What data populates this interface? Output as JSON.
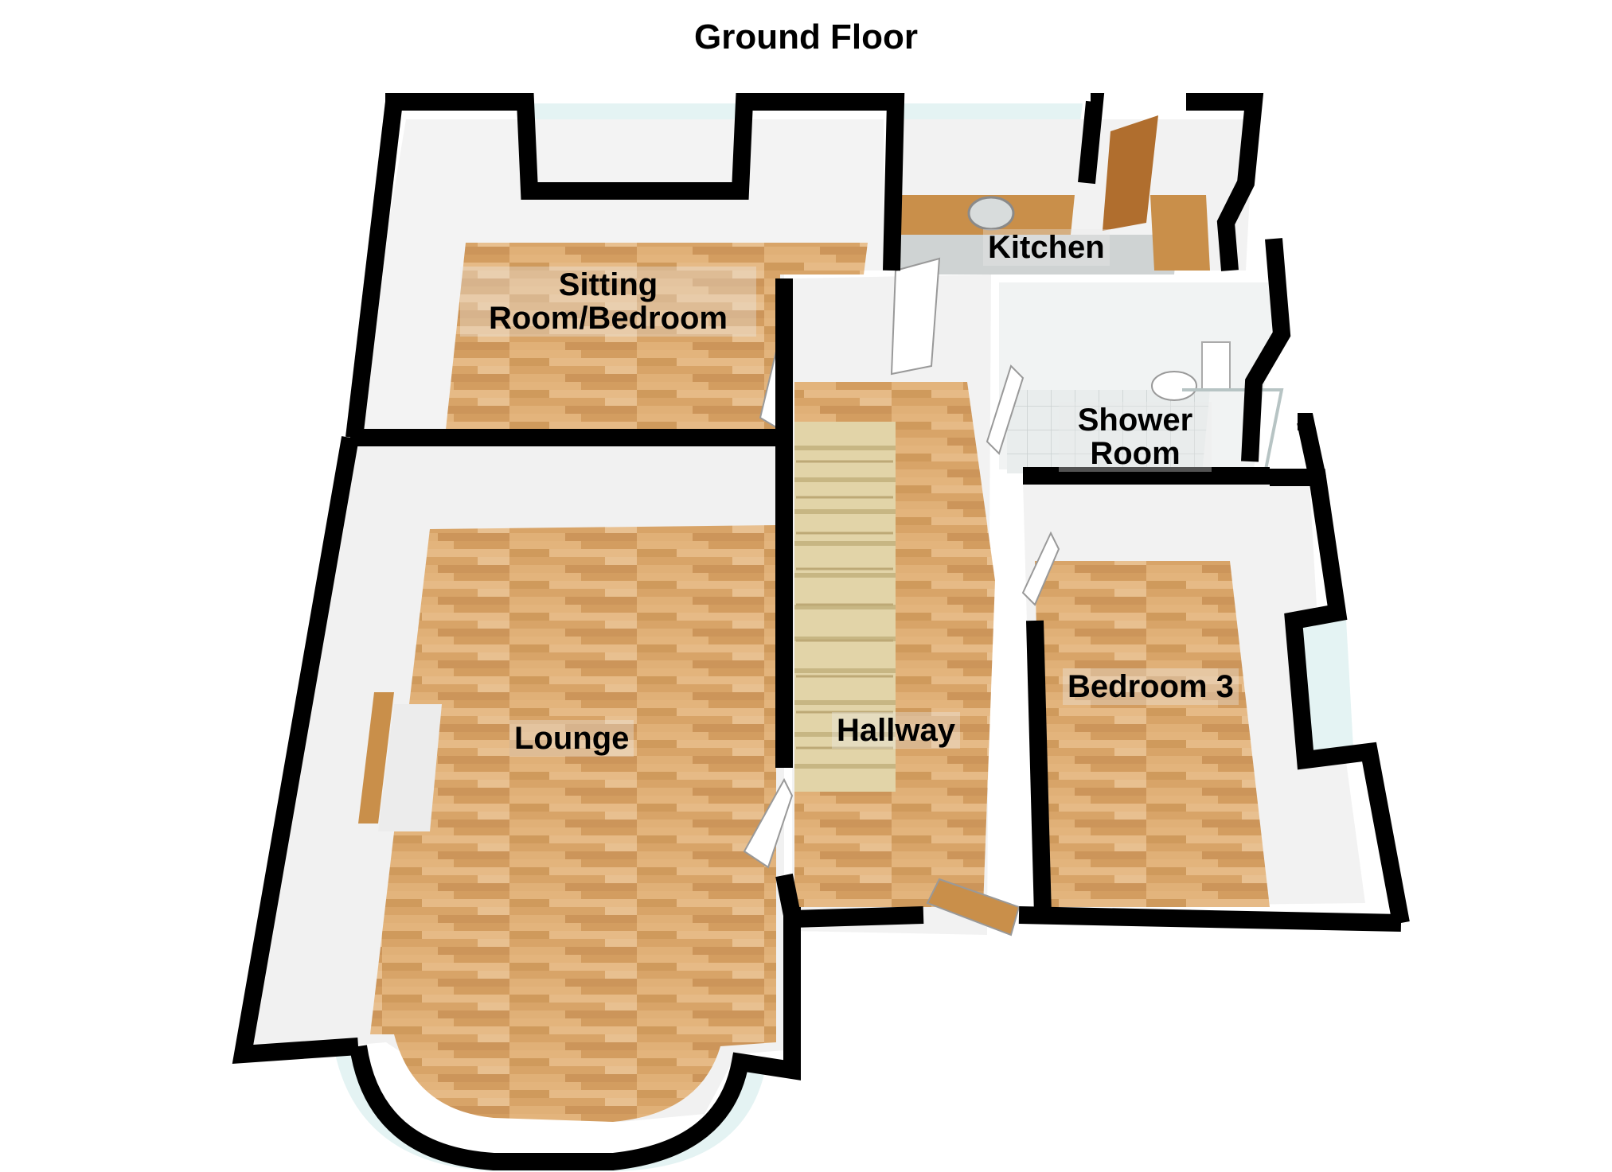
{
  "title": "Ground Floor",
  "rooms": {
    "sitting": {
      "line1": "Sitting",
      "line2": "Room/Bedroom"
    },
    "kitchen": {
      "label": "Kitchen"
    },
    "shower": {
      "line1": "Shower",
      "line2": "Room"
    },
    "lounge": {
      "label": "Lounge"
    },
    "hallway": {
      "label": "Hallway"
    },
    "bedroom3": {
      "label": "Bedroom 3"
    }
  },
  "colors": {
    "wall": "#000000",
    "wall_face": "#f4f4f4",
    "wood_floor": "#d9a66b",
    "tile_floor": "#e6eaea",
    "worktop": "#c98f4a",
    "carpet": "#dccfa3"
  }
}
